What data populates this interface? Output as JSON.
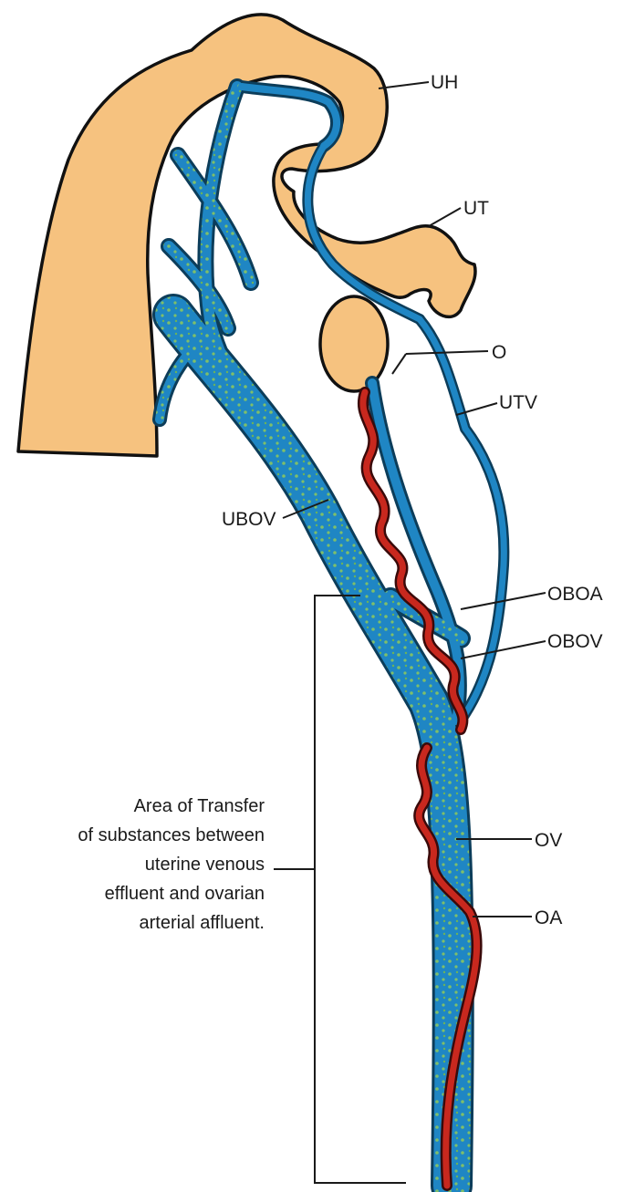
{
  "labels": {
    "uh": "UH",
    "ut": "UT",
    "o": "O",
    "utv": "UTV",
    "ubov": "UBOV",
    "oboa": "OBOA",
    "obov": "OBOV",
    "ov": "OV",
    "oa": "OA"
  },
  "caption": {
    "line1": "Area of Transfer",
    "line2": "of substances between",
    "line3": "uterine venous",
    "line4": "effluent and ovarian",
    "line5": "arterial affluent."
  },
  "colors": {
    "organ": "#f6c27f",
    "vein": "#1f86c4",
    "vein_dots": "#7fbf6a",
    "artery": "#c8281e",
    "outline": "#111111"
  }
}
